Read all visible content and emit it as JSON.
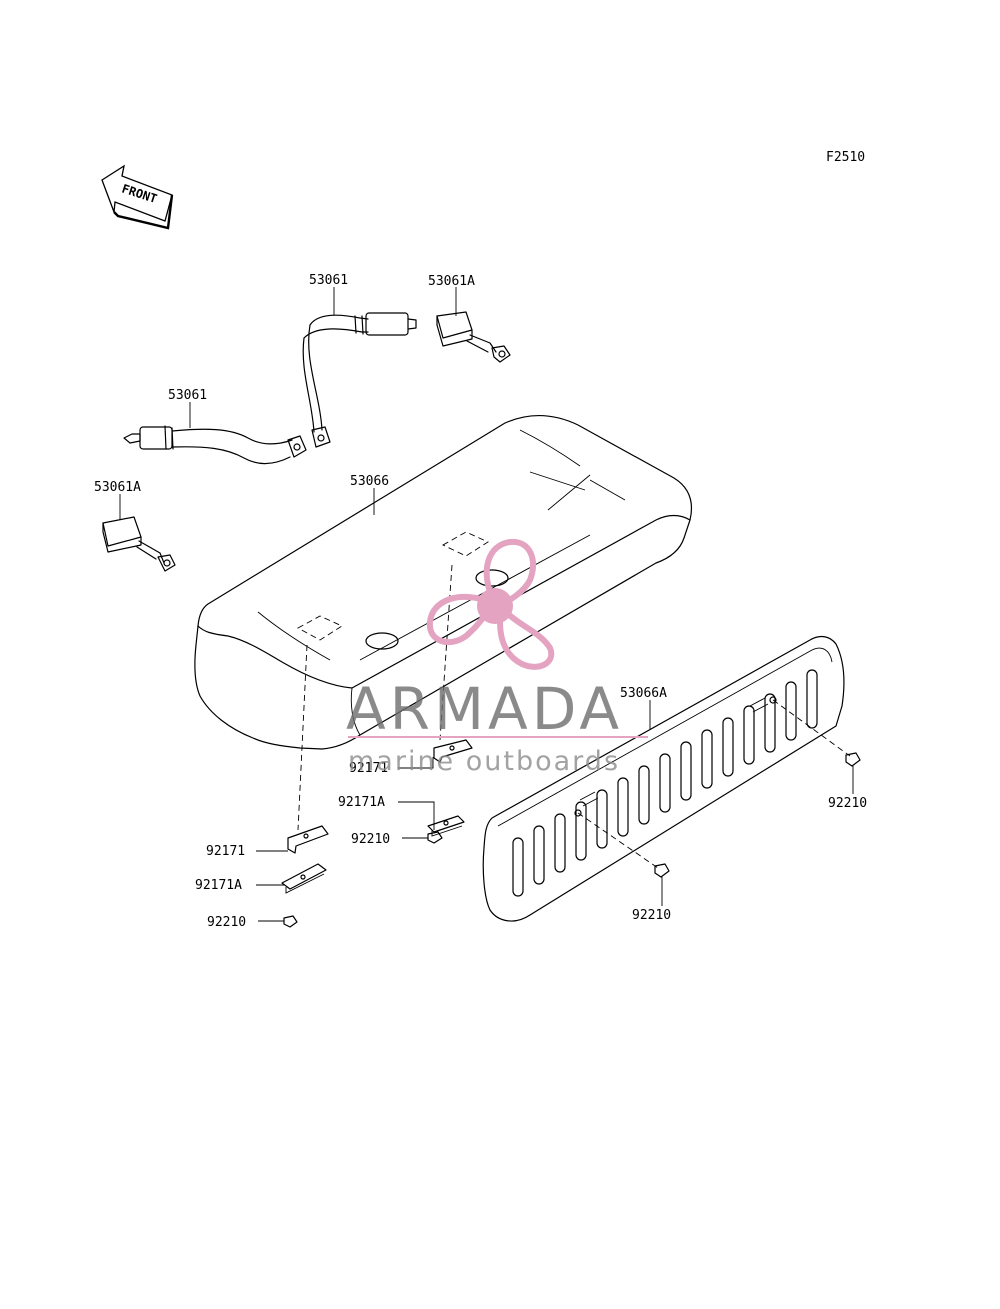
{
  "figure_code": "F2510",
  "front_label": "FRONT",
  "watermark": {
    "brand": "ARMADA",
    "tagline": "marine outboards",
    "accent_color": "#e3a3c1",
    "text_color": "#6e6e6e"
  },
  "callouts": {
    "belt_upper": "53061",
    "buckle_upper": "53061A",
    "belt_left": "53061",
    "buckle_left": "53061A",
    "seat_cushion": "53066",
    "seat_back": "53066A",
    "bracket_center": "92171",
    "bracket_center_a": "92171A",
    "nut_center": "92210",
    "bracket_left": "92171",
    "bracket_left_a": "92171A",
    "nut_left": "92210",
    "nut_right": "92210",
    "nut_panel": "92210"
  }
}
